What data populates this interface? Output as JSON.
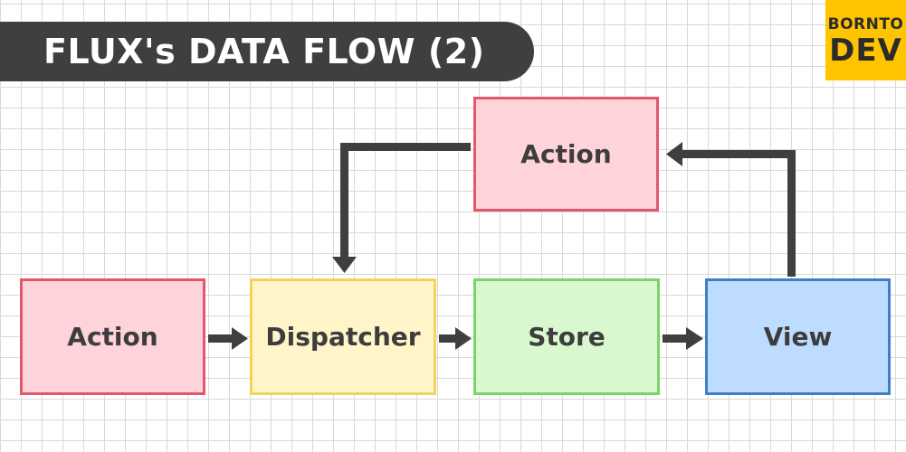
{
  "title": "FLUX's DATA FLOW (2)",
  "logo": {
    "top": "BORNTO",
    "bottom": "DEV"
  },
  "nodes": {
    "action_left": "Action",
    "dispatcher": "Dispatcher",
    "store": "Store",
    "view": "View",
    "action_top": "Action"
  },
  "colors": {
    "action_fill": "#ffd3da",
    "action_border": "#e5566b",
    "dispatcher_fill": "#fff5c9",
    "dispatcher_border": "#f2d45c",
    "store_fill": "#d9f8d0",
    "store_border": "#79d46a",
    "view_fill": "#bedcff",
    "view_border": "#3f7fc6",
    "arrow": "#3f3f3f",
    "logo_bg": "#ffc400"
  }
}
